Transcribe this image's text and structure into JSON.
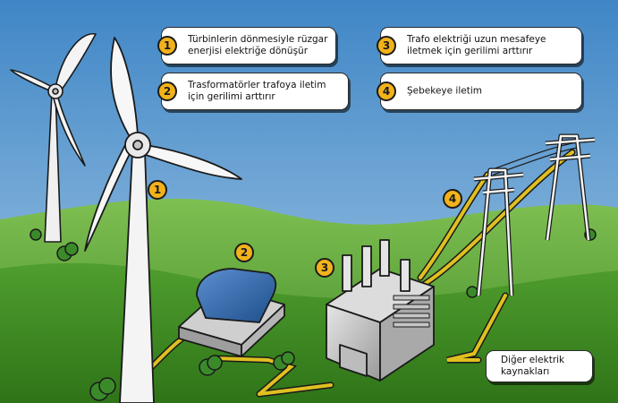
{
  "steps": [
    {
      "number": "1",
      "text": "Türbinlerin dönmesiyle rüzgar enerjisi elektriğe dönüşür"
    },
    {
      "number": "2",
      "text": "Trasformatörler trafoya iletim için gerilimi arttırır"
    },
    {
      "number": "3",
      "text": "Trafo elektriği uzun mesafeye iletmek için gerilimi arttırır"
    },
    {
      "number": "4",
      "text": "Şebekeye iletim"
    }
  ],
  "other_sources_label": "Diğer elektrik kaynakları",
  "scene_markers": [
    "1",
    "2",
    "3",
    "4"
  ],
  "colors": {
    "sky": "#6aa6d4",
    "hill_far": "#5a9a3a",
    "hill_near": "#3e8a23",
    "badge": "#f2b21b",
    "cable": "#e0c020",
    "turbine": "#f2f2f2",
    "transformer": "#c9c9c9",
    "generator_top": "#3d6fb0"
  }
}
